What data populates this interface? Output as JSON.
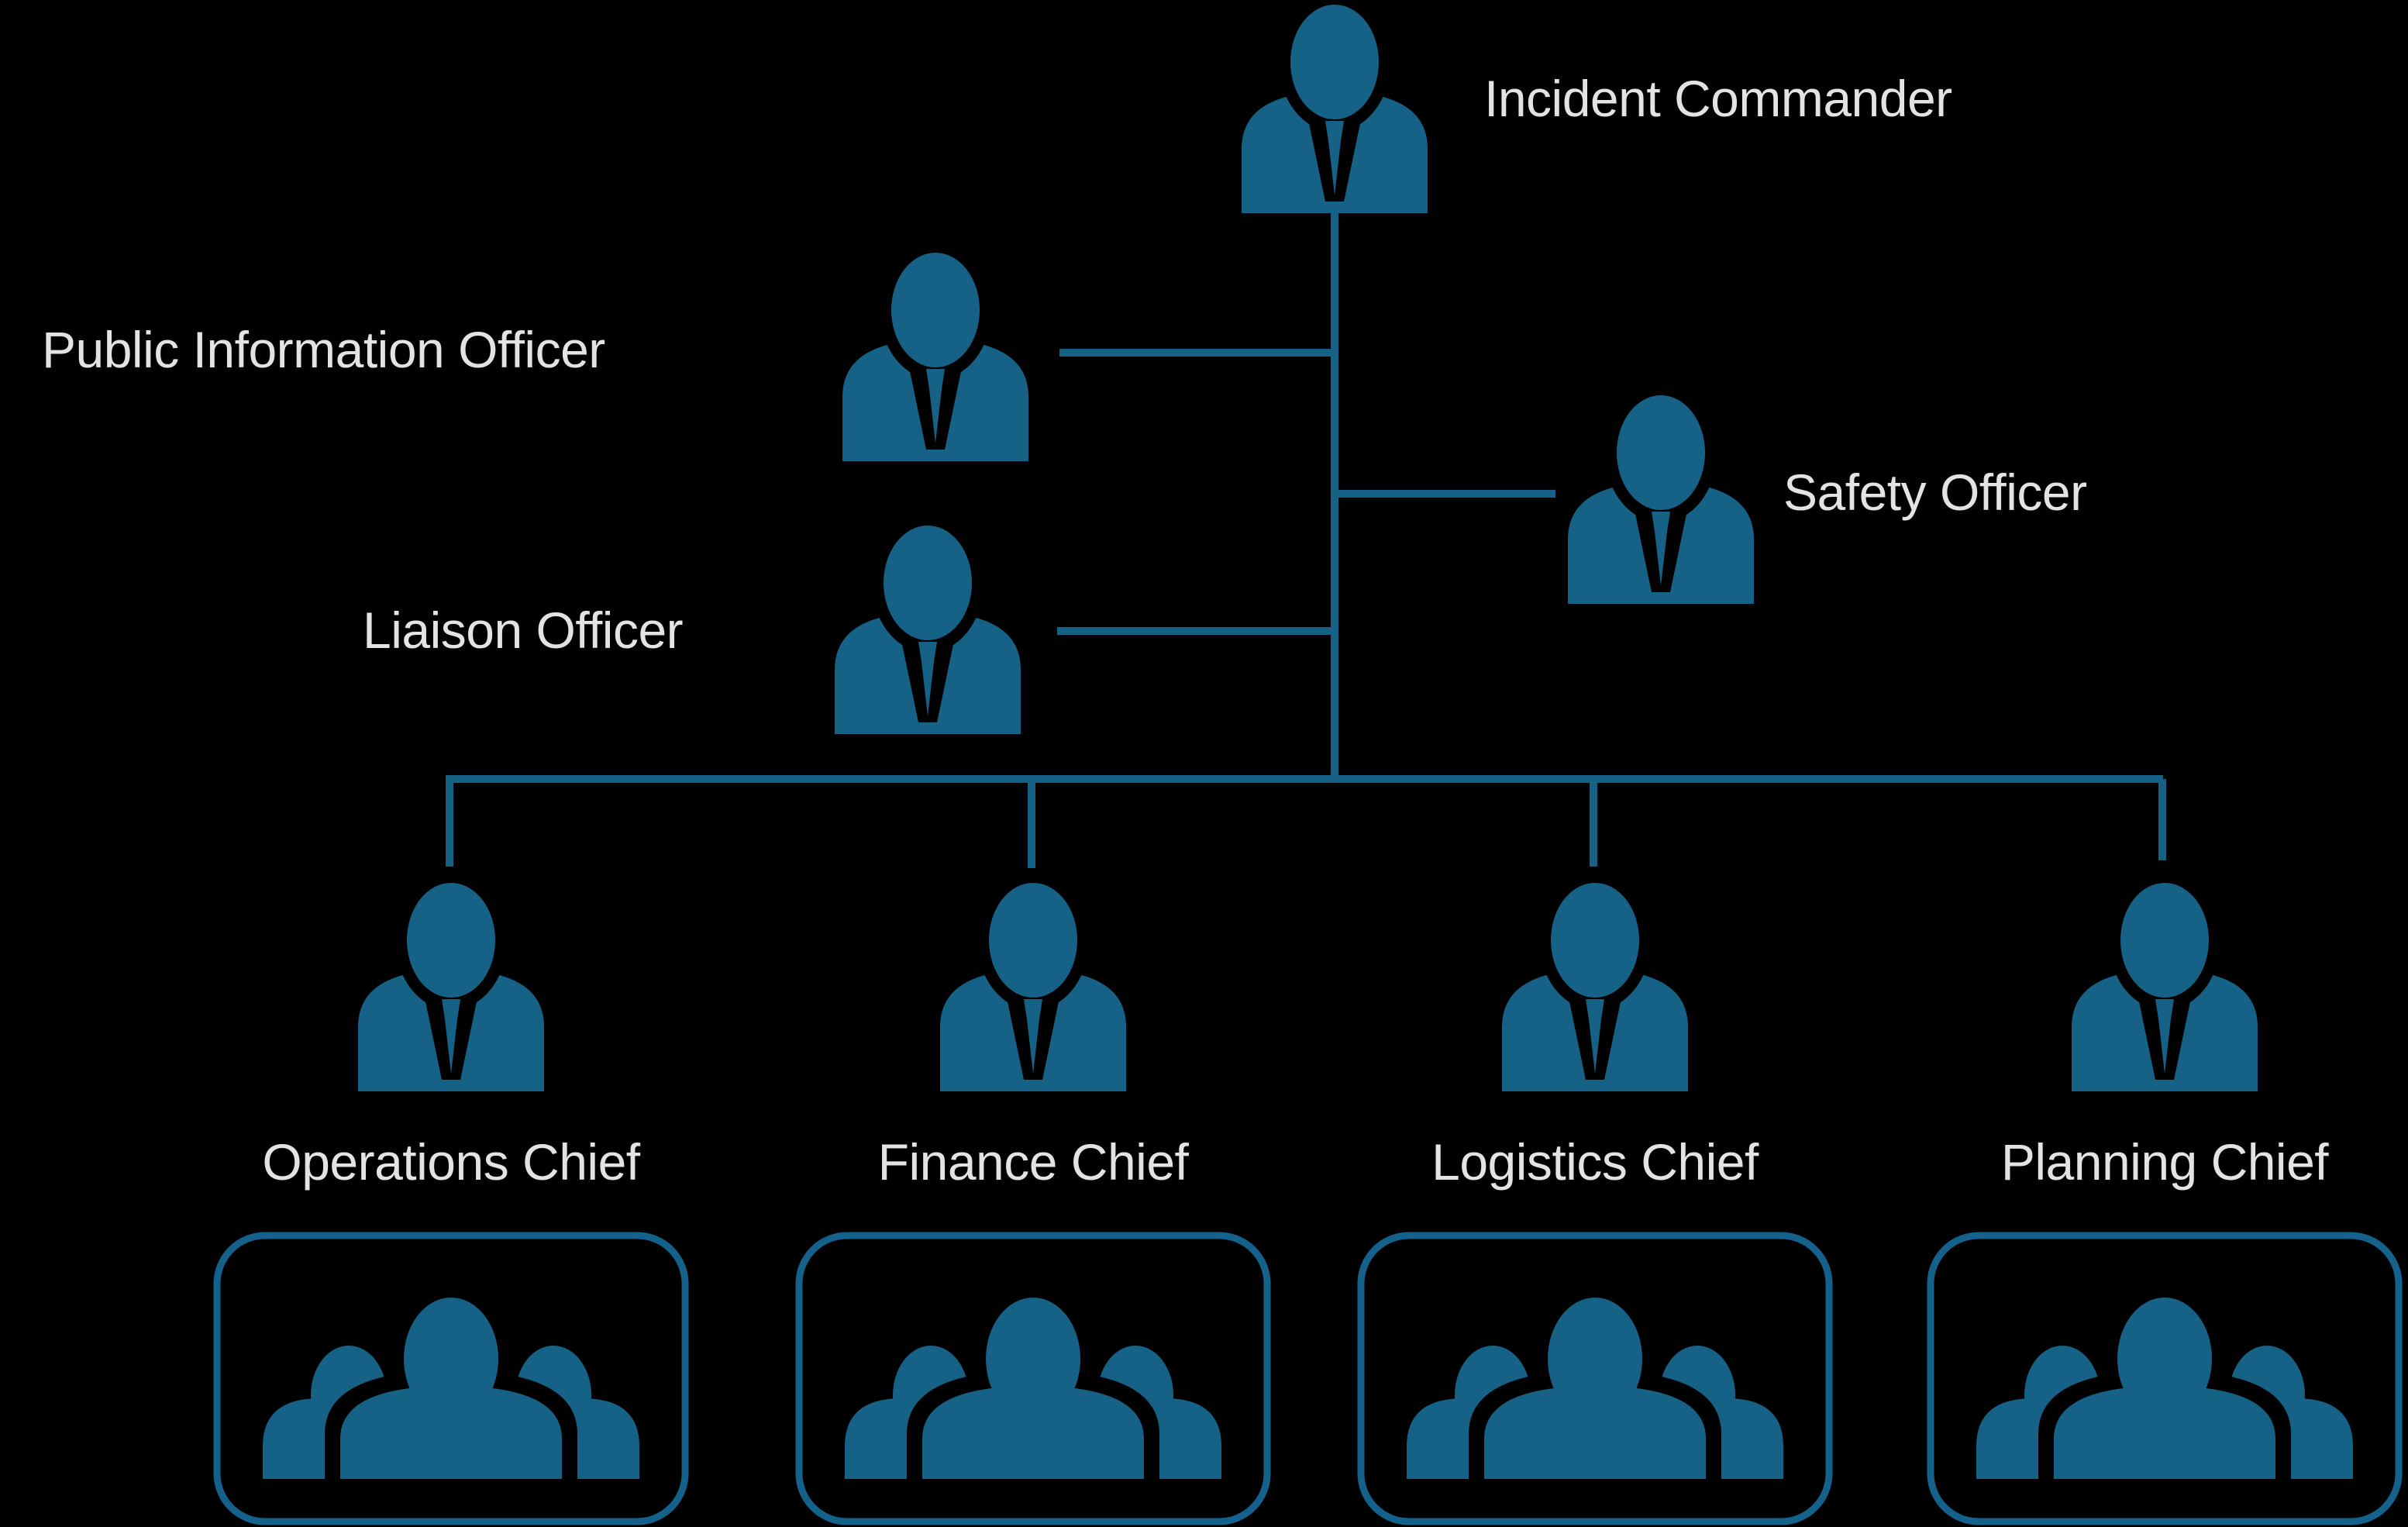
{
  "colors": {
    "background": "#000000",
    "accent": "#166186",
    "label_text": "#e3e3e3"
  },
  "org_chart": {
    "type": "org-tree",
    "root": {
      "id": "incident-commander",
      "label": "Incident Commander"
    },
    "command_staff": [
      {
        "id": "public-information-officer",
        "label": "Public Information Officer",
        "label_side": "left"
      },
      {
        "id": "safety-officer",
        "label": "Safety Officer",
        "label_side": "right"
      },
      {
        "id": "liaison-officer",
        "label": "Liaison Officer",
        "label_side": "left"
      }
    ],
    "general_staff": [
      {
        "id": "operations-chief",
        "label": "Operations Chief",
        "has_team_box": true
      },
      {
        "id": "finance-chief",
        "label": "Finance Chief",
        "has_team_box": true
      },
      {
        "id": "logistics-chief",
        "label": "Logistics Chief",
        "has_team_box": true
      },
      {
        "id": "planning-chief",
        "label": "Planning Chief",
        "has_team_box": true
      }
    ]
  }
}
